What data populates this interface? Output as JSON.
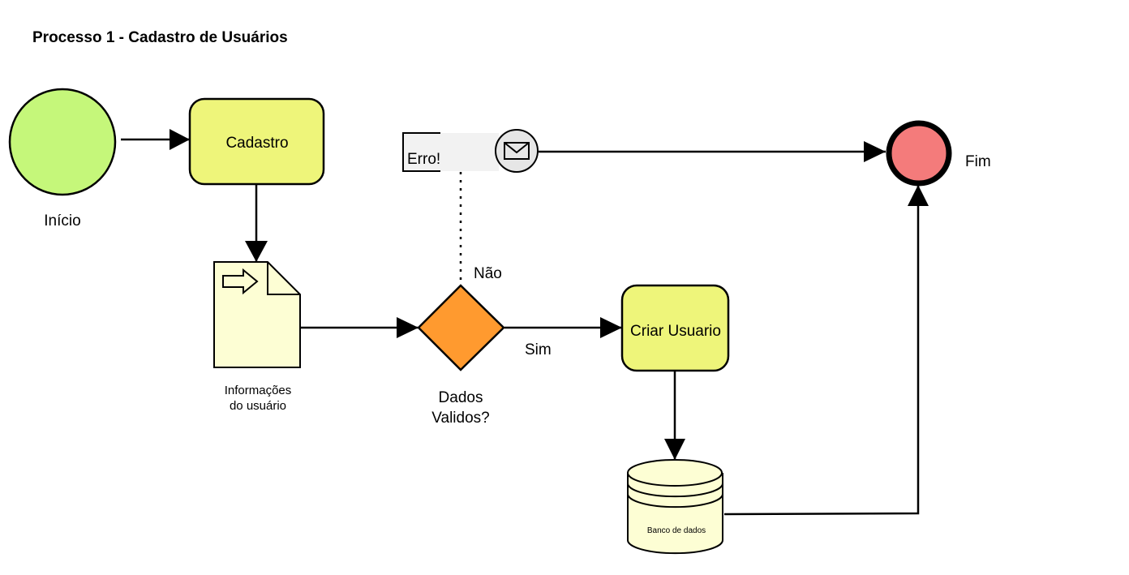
{
  "title": "Processo 1 - Cadastro de Usuários",
  "nodes": {
    "start": {
      "label": "Início",
      "color": "#c5f77a"
    },
    "cadastro": {
      "label": "Cadastro",
      "color": "#eef57a"
    },
    "user_info": {
      "label_line1": "Informações",
      "label_line2": "do usuário",
      "color": "#fdfed4"
    },
    "gateway": {
      "label_line1": "Dados",
      "label_line2": "Validos?",
      "color": "#ff9a2f"
    },
    "criar_usuario": {
      "label": "Criar Usuario",
      "color": "#eef57a"
    },
    "database": {
      "label": "Banco de dados",
      "color": "#fdfed4"
    },
    "error_annotation": {
      "label": "Erro!",
      "color": "#f2f2f2"
    },
    "message_event": {
      "icon": "envelope-icon",
      "color": "#e6e6e6"
    },
    "end": {
      "label": "Fim",
      "color": "#f47b7b"
    }
  },
  "edges": {
    "no_label": "Não",
    "yes_label": "Sim"
  }
}
